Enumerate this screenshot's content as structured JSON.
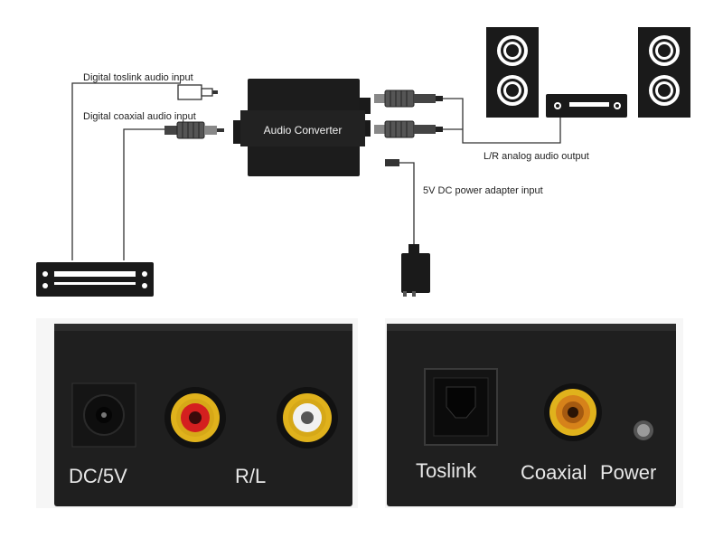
{
  "labels": {
    "toslink_input": "Digital toslink audio input",
    "coaxial_input": "Digital coaxial audio input",
    "device_name": "Audio Converter",
    "analog_output": "L/R analog audio output",
    "power_input": "5V DC power adapter input"
  },
  "panels": {
    "output_panel": {
      "dc_label": "DC/5V",
      "rl_label": "R/L"
    },
    "input_panel": {
      "toslink_label": "Toslink",
      "coaxial_label": "Coaxial",
      "power_label": "Power"
    }
  },
  "colors": {
    "device_body": "#1c1c1c",
    "rca_red": "#d41f1f",
    "rca_white": "#f1f1f1",
    "rca_gold": "#e0b21c",
    "coaxial_orange": "#d6821a",
    "wire": "#333333"
  }
}
